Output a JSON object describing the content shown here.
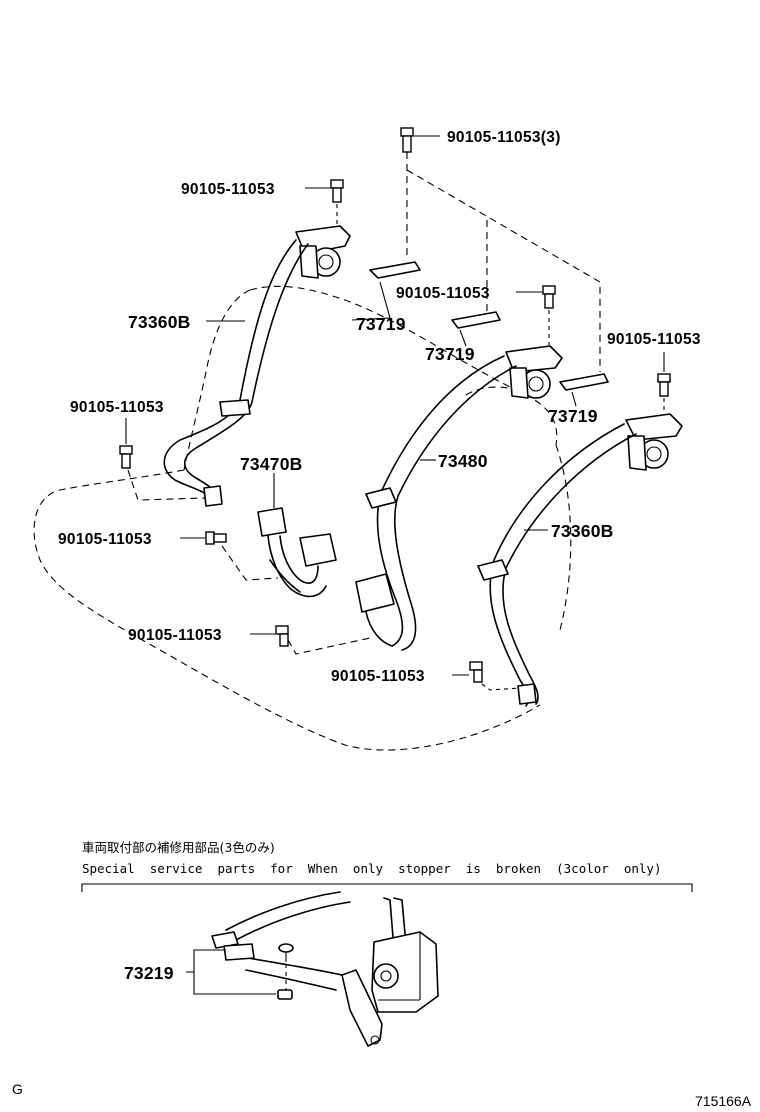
{
  "labels": {
    "bolt_top": "90105-11053(3)",
    "bolt_left_top": "90105-11053",
    "belt_left": "73360B",
    "bracket_left": "73719",
    "bolt_center": "90105-11053",
    "bracket_center": "73719",
    "bolt_right": "90105-11053",
    "bracket_right": "73719",
    "bolt_left_mid": "90105-11053",
    "buckle_left": "73470B",
    "belt_center": "73480",
    "bolt_left_low": "90105-11053",
    "belt_right": "73360B",
    "bolt_bottom_left": "90105-11053",
    "bolt_bottom_center": "90105-11053",
    "stopper": "73219"
  },
  "note": {
    "japanese": "車両取付部の補修用部品(3色のみ)",
    "english": "Special  service  parts  for  When  only  stopper  is  broken  (3color  only)"
  },
  "corner": {
    "left": "G",
    "right": "715166A"
  }
}
